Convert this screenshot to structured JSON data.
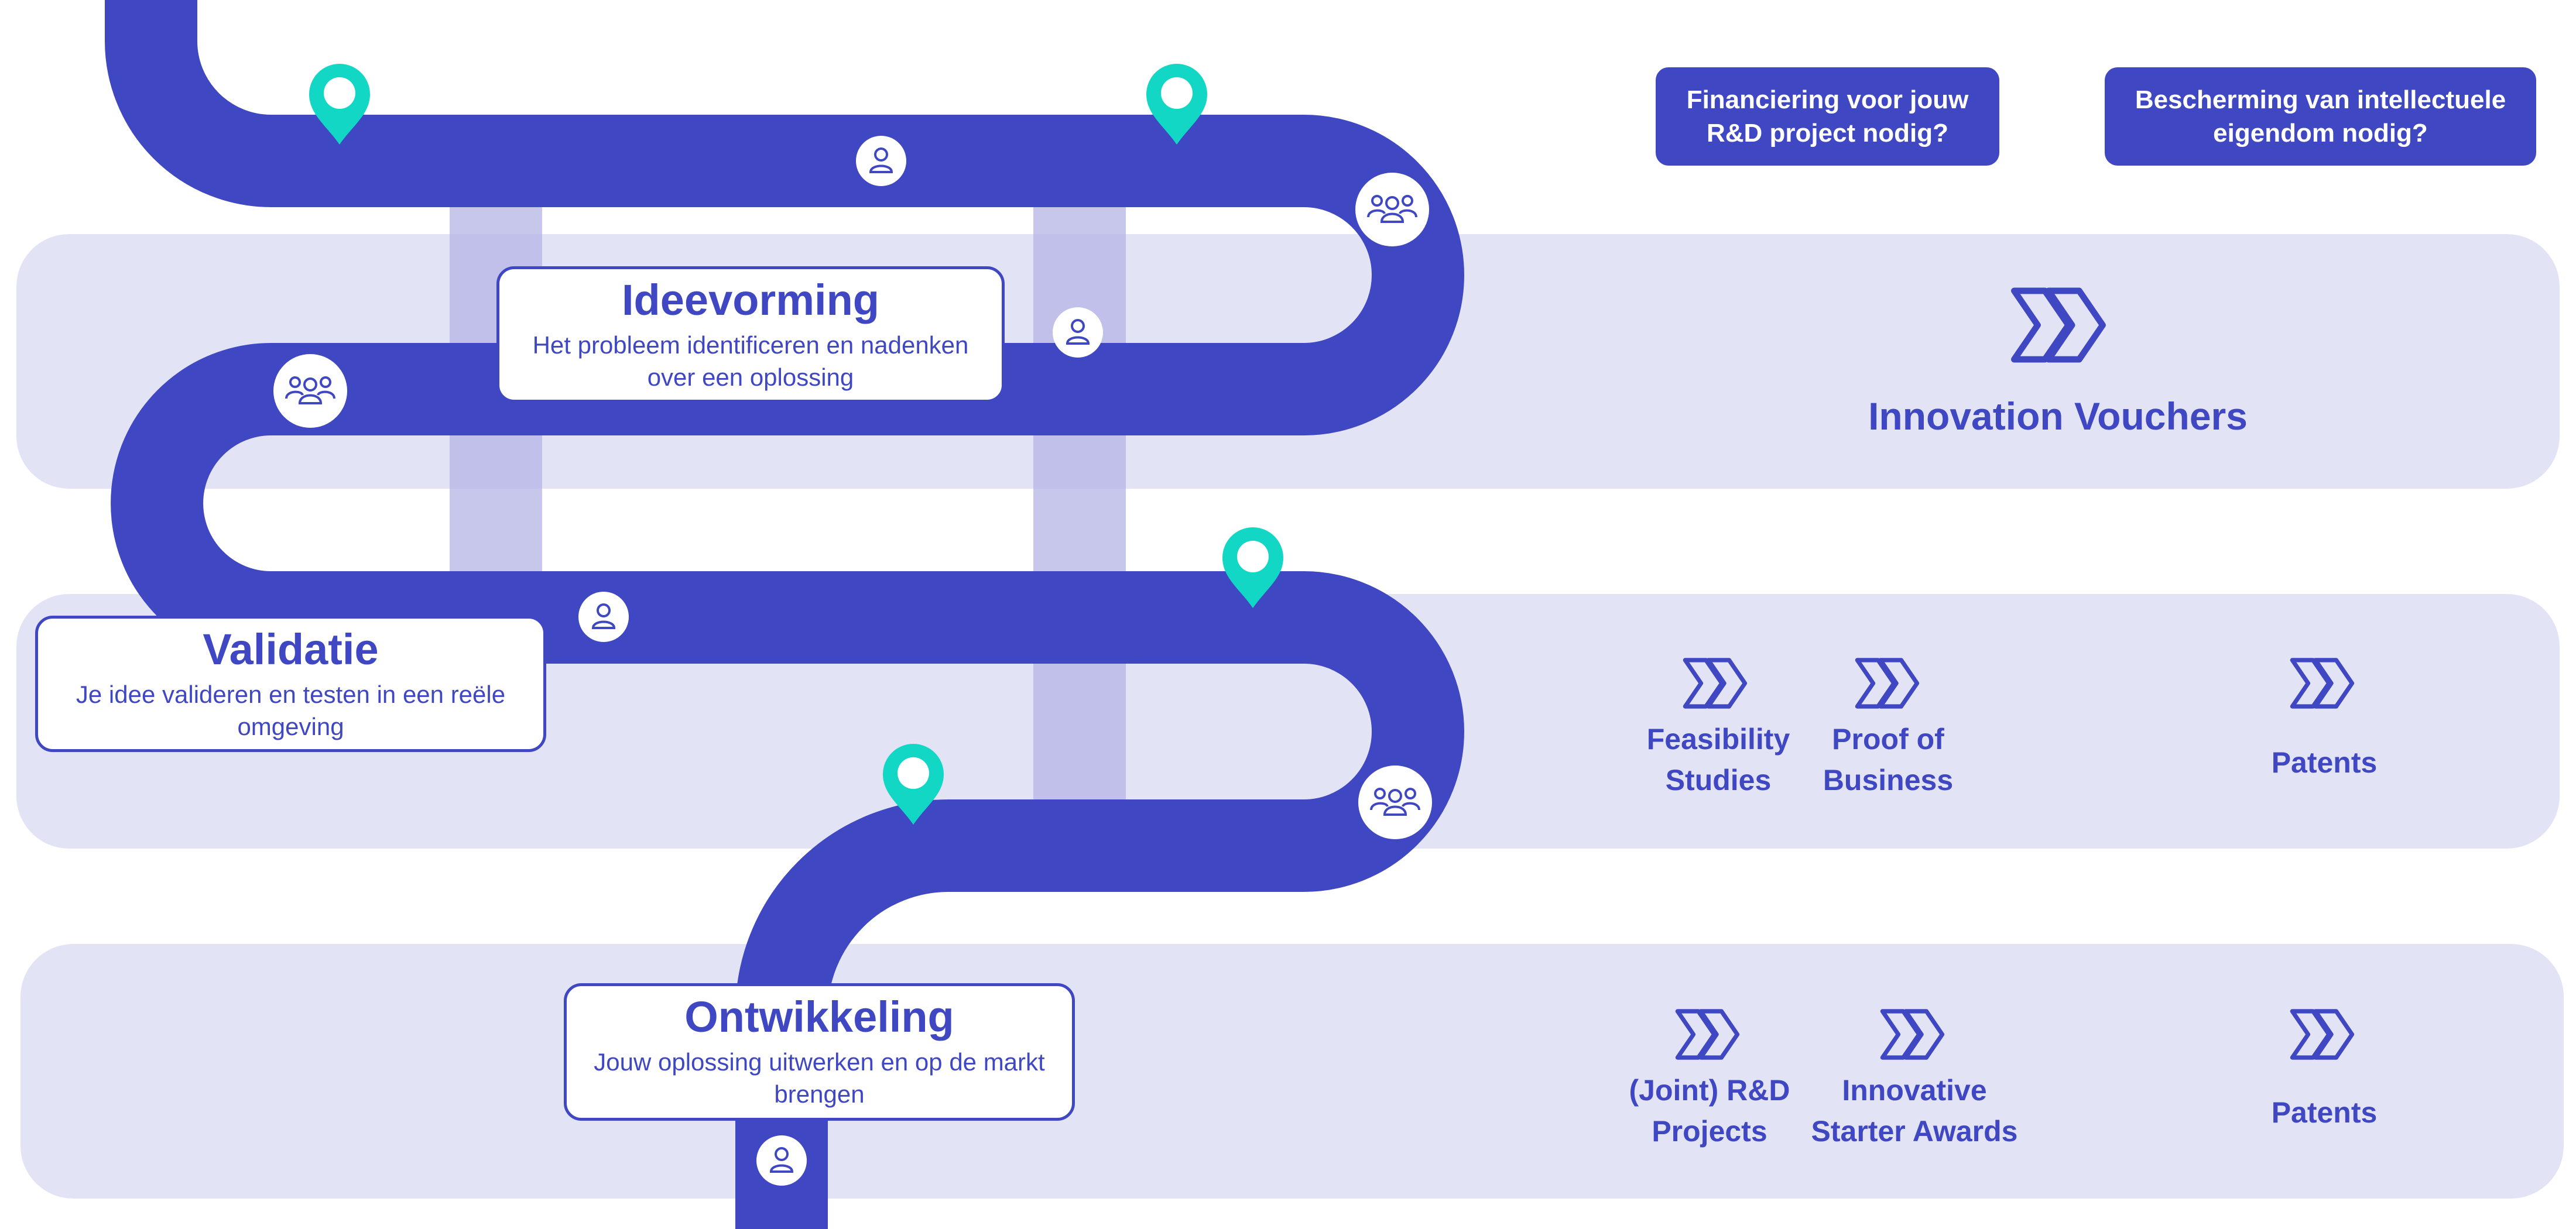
{
  "colors": {
    "road": "#3f47c2",
    "band": "#e3e3f6",
    "connector": "#b4b4e6",
    "pin": "#12d7c4",
    "text": "#3f47c2"
  },
  "icons": {
    "pin": "map-pin-icon",
    "person": "person-icon",
    "group": "group-icon",
    "chevron": "double-chevron-icon"
  },
  "stages": [
    {
      "title": "Ideevorming",
      "description": "Het probleem identificeren en nadenken over een oplossing"
    },
    {
      "title": "Validatie",
      "description": "Je idee valideren en testen in een reële omgeving"
    },
    {
      "title": "Ontwikkeling",
      "description": "Jouw oplossing uitwerken en op de markt brengen"
    }
  ],
  "questions": {
    "funding": "Financiering voor jouw R&D project nodig?",
    "ip": "Bescherming van intellectuele eigendom nodig?"
  },
  "programs": {
    "innovation_vouchers": "Innovation Vouchers",
    "feasibility_studies": "Feasibility Studies",
    "proof_of_business": "Proof of Business",
    "patents_validation": "Patents",
    "joint_rd_projects": "(Joint) R&D Projects",
    "innovative_starter_awards": "Innovative Starter Awards",
    "patents_development": "Patents"
  }
}
